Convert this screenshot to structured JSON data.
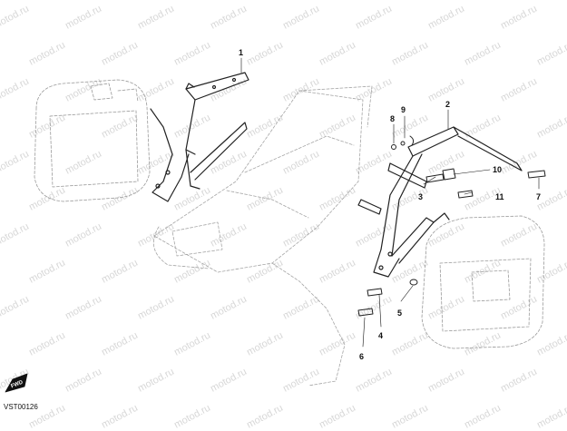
{
  "watermark_text": "motod.ru",
  "callouts": [
    {
      "id": "1",
      "label": "1"
    },
    {
      "id": "2",
      "label": "2"
    },
    {
      "id": "3",
      "label": "3"
    },
    {
      "id": "4",
      "label": "4"
    },
    {
      "id": "5",
      "label": "5"
    },
    {
      "id": "6",
      "label": "6"
    },
    {
      "id": "7",
      "label": "7"
    },
    {
      "id": "8",
      "label": "8"
    },
    {
      "id": "9",
      "label": "9"
    },
    {
      "id": "10",
      "label": "10"
    },
    {
      "id": "11",
      "label": "11"
    }
  ],
  "drawing_code": "VST00126",
  "front_arrow_label": "FWD"
}
